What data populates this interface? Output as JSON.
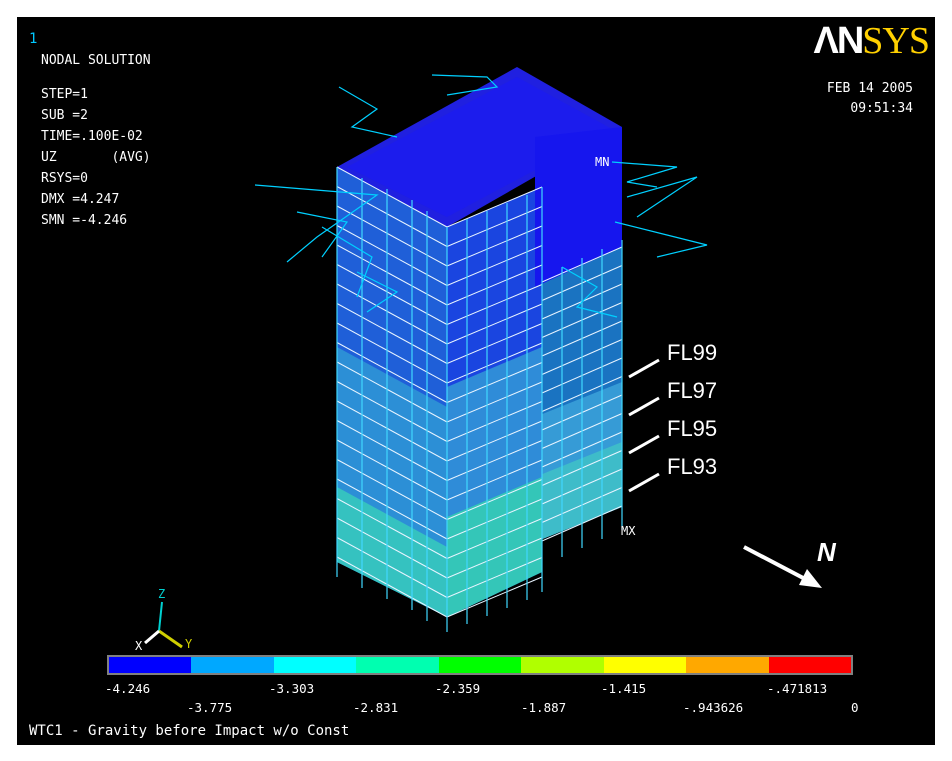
{
  "window_number": "1",
  "logo": {
    "part1": "ΛN",
    "part2": "SYS"
  },
  "status": {
    "title": "NODAL SOLUTION",
    "lines": [
      "STEP=1",
      "SUB =2",
      "TIME=.100E-02",
      "UZ       (AVG)",
      "RSYS=0",
      "DMX =4.247",
      "SMN =-4.246"
    ]
  },
  "date": "FEB 14 2005",
  "time": "09:51:34",
  "markers": {
    "min": "MN",
    "max": "MX"
  },
  "floor_labels": [
    "FL99",
    "FL97",
    "FL95",
    "FL93"
  ],
  "north_label": "N",
  "triad": {
    "x": "X",
    "y": "Y",
    "z": "Z"
  },
  "legend": {
    "colors": [
      "#0000ff",
      "#00a8ff",
      "#00ffff",
      "#00ffb0",
      "#00ff00",
      "#b0ff00",
      "#ffff00",
      "#ffa800",
      "#ff0000"
    ],
    "top_ticks": [
      "-4.246",
      "-3.303",
      "-2.359",
      "-1.415",
      "-.471813"
    ],
    "bottom_ticks": [
      "-3.775",
      "-2.831",
      "-1.887",
      "-.943626",
      "0"
    ]
  },
  "caption": "WTC1 - Gravity before Impact w/o Const"
}
